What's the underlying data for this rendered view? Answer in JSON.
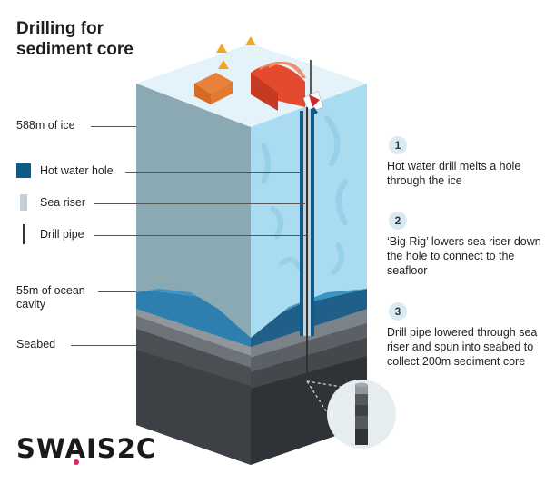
{
  "title": "Drilling for sediment core",
  "left_labels": {
    "ice": "588m of ice",
    "ocean": "55m of ocean cavity",
    "seabed": "Seabed"
  },
  "legend": [
    {
      "label": "Hot water hole",
      "color": "#0f5a87",
      "icon": "blue-square"
    },
    {
      "label": "Sea riser",
      "color": "#c5d0d8",
      "icon": "grey-bar"
    },
    {
      "label": "Drill pipe",
      "color": "#333333",
      "icon": "dark-line"
    }
  ],
  "steps": [
    {
      "number": "1",
      "text": "Hot water drill melts a hole through the ice"
    },
    {
      "number": "2",
      "text": "‘Big Rig’ lowers sea riser down the hole to connect to the seafloor"
    },
    {
      "number": "3",
      "text": "Drill pipe lowered through sea riser and spun into seabed to collect 200m sediment core"
    }
  ],
  "logo": {
    "text": "SWAIS2C",
    "accent_color": "#e0245e"
  },
  "colors": {
    "ice_top": "#dff1f8",
    "ice_front": "#87a6b0",
    "ice_side": "#aedff3",
    "ocean": "#2c88b5",
    "seabed_dark": "#3a3e42"
  }
}
